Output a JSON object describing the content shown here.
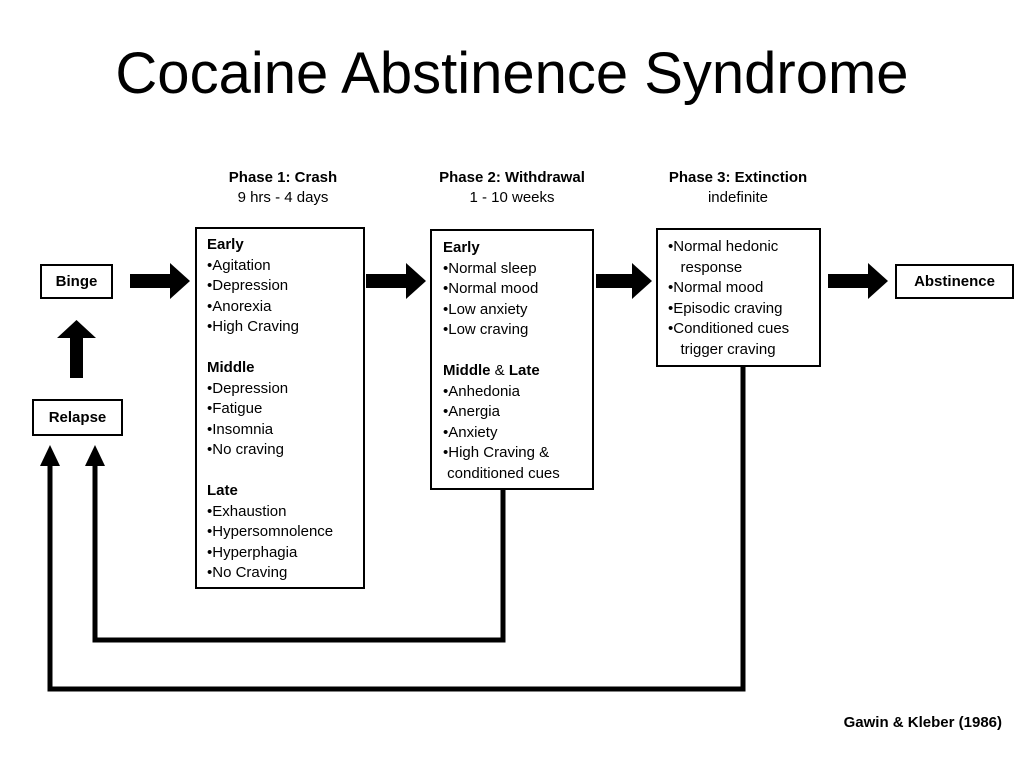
{
  "title": "Cocaine Abstinence Syndrome",
  "phases": [
    {
      "name": "Phase 1: Crash",
      "duration": "9 hrs - 4 days",
      "sections": [
        {
          "title": "Early",
          "items": [
            "•Agitation",
            "•Depression",
            "•Anorexia",
            "•High Craving"
          ]
        },
        {
          "title": "Middle",
          "items": [
            "•Depression",
            "•Fatigue",
            "•Insomnia",
            "•No craving"
          ]
        },
        {
          "title": "Late",
          "items": [
            "•Exhaustion",
            "•Hypersomnolence",
            "•Hyperphagia",
            "•No Craving"
          ]
        }
      ]
    },
    {
      "name": "Phase 2: Withdrawal",
      "duration": "1 - 10 weeks",
      "sections": [
        {
          "title": "Early",
          "items": [
            "•Normal sleep",
            "•Normal mood",
            "•Low anxiety",
            "•Low craving"
          ]
        },
        {
          "title_a": "Middle",
          "title_amp": " & ",
          "title_b": "Late",
          "items": [
            "•Anhedonia",
            "•Anergia",
            "•Anxiety",
            "•High Craving &",
            " conditioned cues"
          ]
        }
      ]
    },
    {
      "name": "Phase 3: Extinction",
      "duration": "indefinite",
      "items": [
        "•Normal hedonic",
        "   response",
        "•Normal mood",
        "•Episodic craving",
        "•Conditioned cues",
        "   trigger craving"
      ]
    }
  ],
  "binge_label": "Binge",
  "relapse_label": "Relapse",
  "abstinence_label": "Abstinence",
  "citation": "Gawin & Kleber (1986)",
  "colors": {
    "ink": "#000000",
    "background": "#ffffff"
  }
}
